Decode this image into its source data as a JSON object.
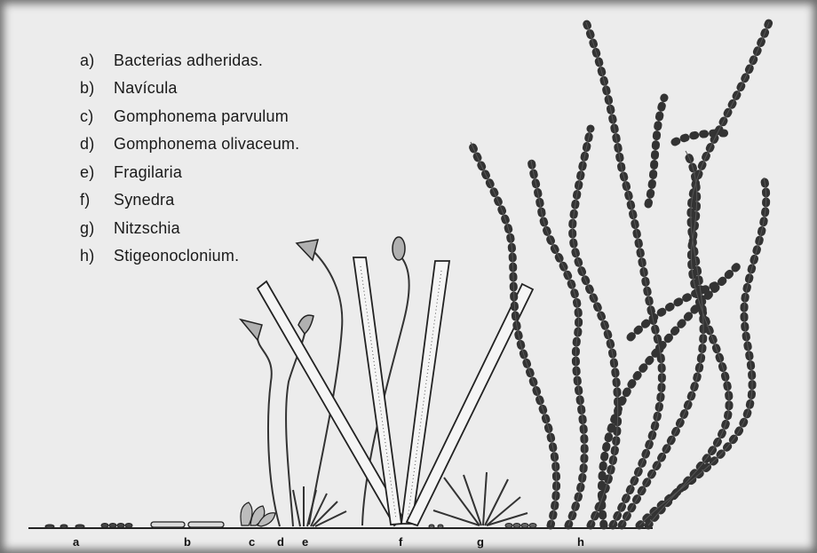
{
  "legend": [
    {
      "key": "a)",
      "text": "Bacterias adheridas."
    },
    {
      "key": "b)",
      "text": "Navícula"
    },
    {
      "key": "c)",
      "text": "Gomphonema parvulum"
    },
    {
      "key": "d)",
      "text": "Gomphonema olivaceum."
    },
    {
      "key": "e)",
      "text": "Fragilaria"
    },
    {
      "key": "f)",
      "text": "Synedra"
    },
    {
      "key": "g)",
      "text": "Nitzschia"
    },
    {
      "key": "h)",
      "text": "Stigeonoclonium."
    }
  ],
  "baseline_labels": [
    "a",
    "b",
    "c",
    "d",
    "e",
    "f",
    "g",
    "h"
  ]
}
